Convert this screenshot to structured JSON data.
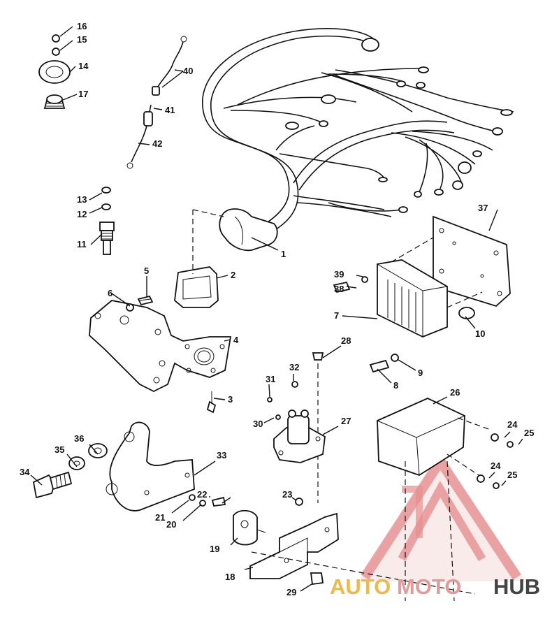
{
  "callouts": [
    {
      "id": "c1",
      "text": "1"
    },
    {
      "id": "c2",
      "text": "2"
    },
    {
      "id": "c3",
      "text": "3"
    },
    {
      "id": "c4",
      "text": "4"
    },
    {
      "id": "c5",
      "text": "5"
    },
    {
      "id": "c6",
      "text": "6"
    },
    {
      "id": "c7",
      "text": "7"
    },
    {
      "id": "c8",
      "text": "8"
    },
    {
      "id": "c9",
      "text": "9"
    },
    {
      "id": "c10",
      "text": "10"
    },
    {
      "id": "c11",
      "text": "11"
    },
    {
      "id": "c12",
      "text": "12"
    },
    {
      "id": "c13",
      "text": "13"
    },
    {
      "id": "c14",
      "text": "14"
    },
    {
      "id": "c15",
      "text": "15"
    },
    {
      "id": "c16",
      "text": "16"
    },
    {
      "id": "c17",
      "text": "17"
    },
    {
      "id": "c18",
      "text": "18"
    },
    {
      "id": "c19",
      "text": "19"
    },
    {
      "id": "c20",
      "text": "20"
    },
    {
      "id": "c21",
      "text": "21"
    },
    {
      "id": "c22",
      "text": "22"
    },
    {
      "id": "c23",
      "text": "23"
    },
    {
      "id": "c24a",
      "text": "24"
    },
    {
      "id": "c24b",
      "text": "24"
    },
    {
      "id": "c25a",
      "text": "25"
    },
    {
      "id": "c25b",
      "text": "25"
    },
    {
      "id": "c26",
      "text": "26"
    },
    {
      "id": "c27",
      "text": "27"
    },
    {
      "id": "c28",
      "text": "28"
    },
    {
      "id": "c29",
      "text": "29"
    },
    {
      "id": "c30",
      "text": "30"
    },
    {
      "id": "c31",
      "text": "31"
    },
    {
      "id": "c32",
      "text": "32"
    },
    {
      "id": "c33",
      "text": "33"
    },
    {
      "id": "c34",
      "text": "34"
    },
    {
      "id": "c35",
      "text": "35"
    },
    {
      "id": "c36",
      "text": "36"
    },
    {
      "id": "c37",
      "text": "37"
    },
    {
      "id": "c38",
      "text": "38"
    },
    {
      "id": "c39",
      "text": "39"
    },
    {
      "id": "c40",
      "text": "40"
    },
    {
      "id": "c41",
      "text": "41"
    },
    {
      "id": "c42",
      "text": "42"
    }
  ],
  "watermark": {
    "part1": "AUTO",
    "part2": "MOTO",
    "part3": "HUB",
    "color_light": "#f0b84a",
    "color_mid": "#e8a0a0",
    "color_dark": "#444444"
  }
}
